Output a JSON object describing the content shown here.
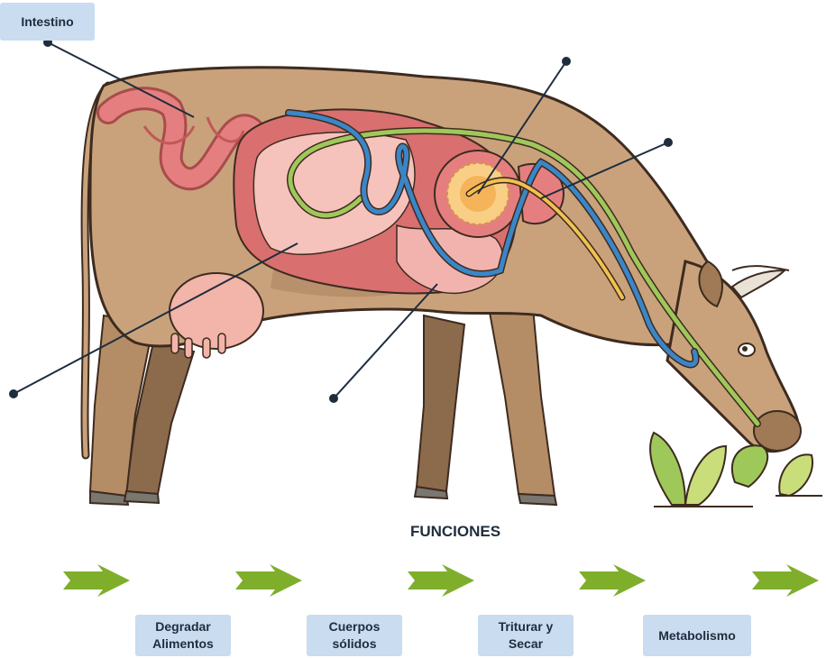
{
  "callout_label": "Intestino",
  "functions_title": "FUNCIONES",
  "functions": [
    {
      "label": "Degradar Alimentos"
    },
    {
      "label": "Cuerpos sólidos"
    },
    {
      "label": "Triturar y Secar"
    },
    {
      "label": "Metabolismo"
    }
  ],
  "colors": {
    "cow_body": "#c9a27c",
    "cow_outline": "#3d2b1f",
    "intestine": "#e57f7f",
    "stomach": "#f2b3ae",
    "label_bg": "#c9dcf0",
    "arrow": "#7fae2b",
    "flow_green": "#9fc85a",
    "flow_blue": "#3a86c8",
    "flow_yellow": "#f2c14e"
  }
}
